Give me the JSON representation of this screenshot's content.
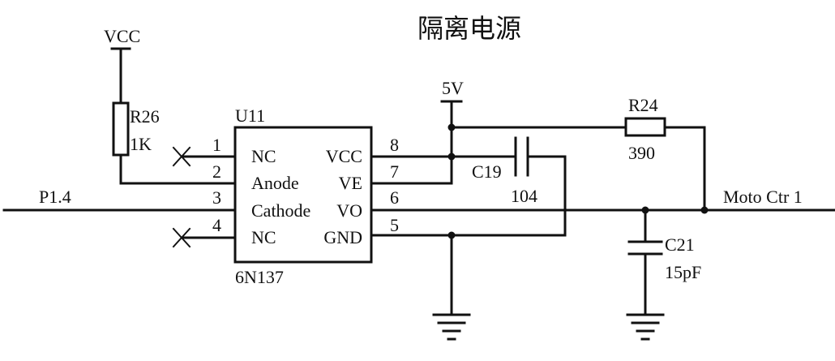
{
  "title": "隔离电源",
  "power": {
    "vcc": "VCC",
    "v5": "5V"
  },
  "u11": {
    "ref": "U11",
    "part": "6N137",
    "left_pins": [
      {
        "num": "1",
        "name": "NC"
      },
      {
        "num": "2",
        "name": "Anode"
      },
      {
        "num": "3",
        "name": "Cathode"
      },
      {
        "num": "4",
        "name": "NC"
      }
    ],
    "right_pins": [
      {
        "num": "8",
        "name": "VCC"
      },
      {
        "num": "7",
        "name": "VE"
      },
      {
        "num": "6",
        "name": "VO"
      },
      {
        "num": "5",
        "name": "GND"
      }
    ]
  },
  "r26": {
    "ref": "R26",
    "value": "1K"
  },
  "r24": {
    "ref": "R24",
    "value": "390"
  },
  "c19": {
    "ref": "C19",
    "value": "104"
  },
  "c21": {
    "ref": "C21",
    "value": "15pF"
  },
  "nets": {
    "input": "P1.4",
    "output": "Moto Ctr 1"
  }
}
